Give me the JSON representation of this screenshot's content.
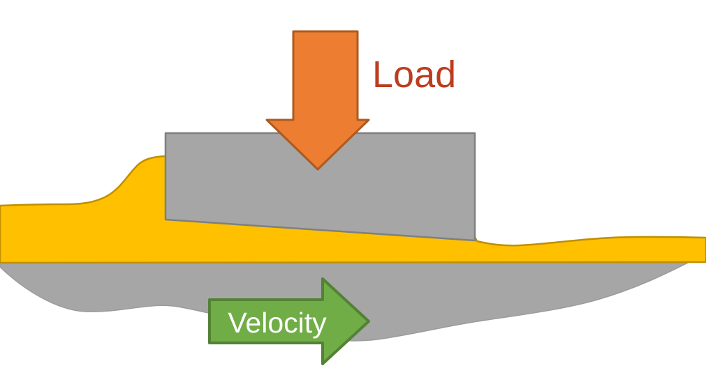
{
  "diagram": {
    "type": "slider-bearing-lubrication-diagram",
    "load_label": "Load",
    "velocity_label": "Velocity"
  },
  "colors": {
    "background": "#FFFFFF",
    "film_fill": "#FFC000",
    "film_outline": "#BF8F00",
    "surface_fill": "#A6A6A6",
    "surface_outline": "#9B9B9B",
    "block_fill": "#A6A6A6",
    "block_outline": "#7F7F7F",
    "load_arrow_fill": "#ED7D31",
    "load_arrow_outline": "#AC5A21",
    "load_text": "#BC3C1E",
    "velocity_arrow_fill": "#70AD47",
    "velocity_arrow_outline": "#538135",
    "velocity_text": "#FFFFFF"
  }
}
